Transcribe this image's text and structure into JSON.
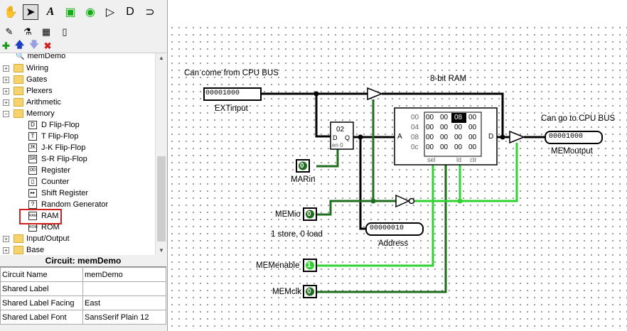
{
  "toolbar": {
    "tools": [
      {
        "name": "hand-poke-tool-icon",
        "glyph": "✋"
      },
      {
        "name": "select-tool-icon",
        "glyph": "➤"
      },
      {
        "name": "text-tool-icon",
        "glyph": "A"
      },
      {
        "name": "input-pin-tool-icon",
        "glyph": "■"
      },
      {
        "name": "output-pin-tool-icon",
        "glyph": "●"
      },
      {
        "name": "not-gate-tool-icon",
        "glyph": "▷"
      },
      {
        "name": "and-gate-tool-icon",
        "glyph": "D"
      },
      {
        "name": "or-gate-tool-icon",
        "glyph": "⊃"
      }
    ]
  },
  "tree": {
    "project": "memDemo",
    "folders": [
      "Wiring",
      "Gates",
      "Plexers",
      "Arithmetic",
      "Memory"
    ],
    "memory_items": [
      {
        "icon": "D",
        "label": "D Flip-Flop"
      },
      {
        "icon": "T",
        "label": "T Flip-Flop"
      },
      {
        "icon": "JK",
        "label": "J-K Flip-Flop"
      },
      {
        "icon": "SR",
        "label": "S-R Flip-Flop"
      },
      {
        "icon": "00",
        "label": "Register"
      },
      {
        "icon": "▯",
        "label": "Counter"
      },
      {
        "icon": "▸▸",
        "label": "Shift Register"
      },
      {
        "icon": "?",
        "label": "Random Generator"
      },
      {
        "icon": "RAM",
        "label": "RAM"
      },
      {
        "icon": "ROM",
        "label": "ROM"
      }
    ],
    "bottom_folders": [
      "Input/Output",
      "Base"
    ]
  },
  "properties": {
    "title": "Circuit: memDemo",
    "rows": [
      {
        "key": "Circuit Name",
        "value": "memDemo"
      },
      {
        "key": "Shared Label",
        "value": ""
      },
      {
        "key": "Shared Label Facing",
        "value": "East"
      },
      {
        "key": "Shared Label Font",
        "value": "SansSerif Plain 12"
      }
    ]
  },
  "canvas": {
    "label_cpu_bus_in": "Can come from CPU BUS",
    "label_ram": "8-bit RAM",
    "label_cpu_bus_out": "Can go to CPU BUS",
    "ext_input_value": "00001000",
    "ext_input_label": "EXTinput",
    "mem_output_value": "00001000",
    "mem_output_label": "MEMoutput",
    "register_value": "02",
    "register_d": "D",
    "register_q": "Q",
    "register_en": "en 0",
    "marin_label": "MARin",
    "marin_value": "0",
    "memio_label": "MEMio",
    "memio_value": "0",
    "memio_note": "1 store, 0 load",
    "address_value": "00000010",
    "address_label": "Address",
    "memenable_label": "MEMenable",
    "memenable_value": "1",
    "memclk_label": "MEMclk",
    "memclk_value": "0",
    "ram_rows": [
      {
        "addr": "00",
        "cells": [
          "00",
          "00",
          "08",
          "00"
        ]
      },
      {
        "addr": "04",
        "cells": [
          "00",
          "00",
          "00",
          "00"
        ]
      },
      {
        "addr": "08",
        "cells": [
          "00",
          "00",
          "00",
          "00"
        ]
      },
      {
        "addr": "0c",
        "cells": [
          "00",
          "00",
          "00",
          "00"
        ]
      }
    ],
    "ram_a": "A",
    "ram_d": "D",
    "ram_sel": "sel",
    "ram_ld": "ld",
    "ram_clr": "clr"
  },
  "colors": {
    "wire_dark": "#1e6e1e",
    "wire_bright": "#2fd22f",
    "wire_bus": "#000000",
    "highlight": "#d02020"
  }
}
